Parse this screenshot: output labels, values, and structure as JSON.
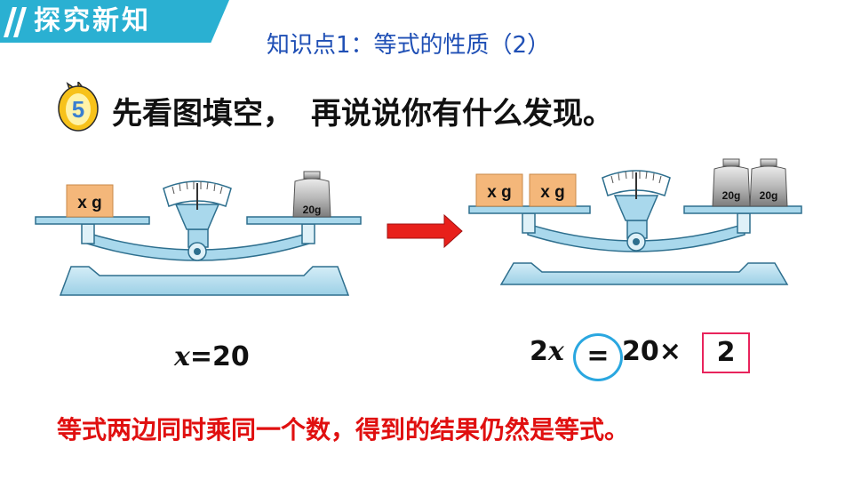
{
  "header": {
    "banner_title": "探究新知",
    "subtitle": "知识点1：等式的性质（2）"
  },
  "problem": {
    "number": "5",
    "instruction_part1": "先看图填空，",
    "instruction_part2": "再说说你有什么发现。"
  },
  "left_scale": {
    "left_box_label": "x g",
    "weight_label": "20g"
  },
  "right_scale": {
    "box_labels": [
      "x g",
      "x g"
    ],
    "weight_labels": [
      "20g",
      "20g"
    ]
  },
  "equations": {
    "left_var": "x",
    "left_rest": "=20",
    "right_coef": "2",
    "right_var": "x",
    "right_eq": "=",
    "right_rhs": "20×",
    "right_answer": "2"
  },
  "conclusion": "等式两边同时乘同一个数，得到的结果仍然是等式。",
  "colors": {
    "banner": "#2ab0d2",
    "subtitle": "#1f4fb5",
    "conclusion": "#e01010",
    "arrow": "#e8201b",
    "circle": "#2aa7e0",
    "answer_box": "#e8245c"
  }
}
